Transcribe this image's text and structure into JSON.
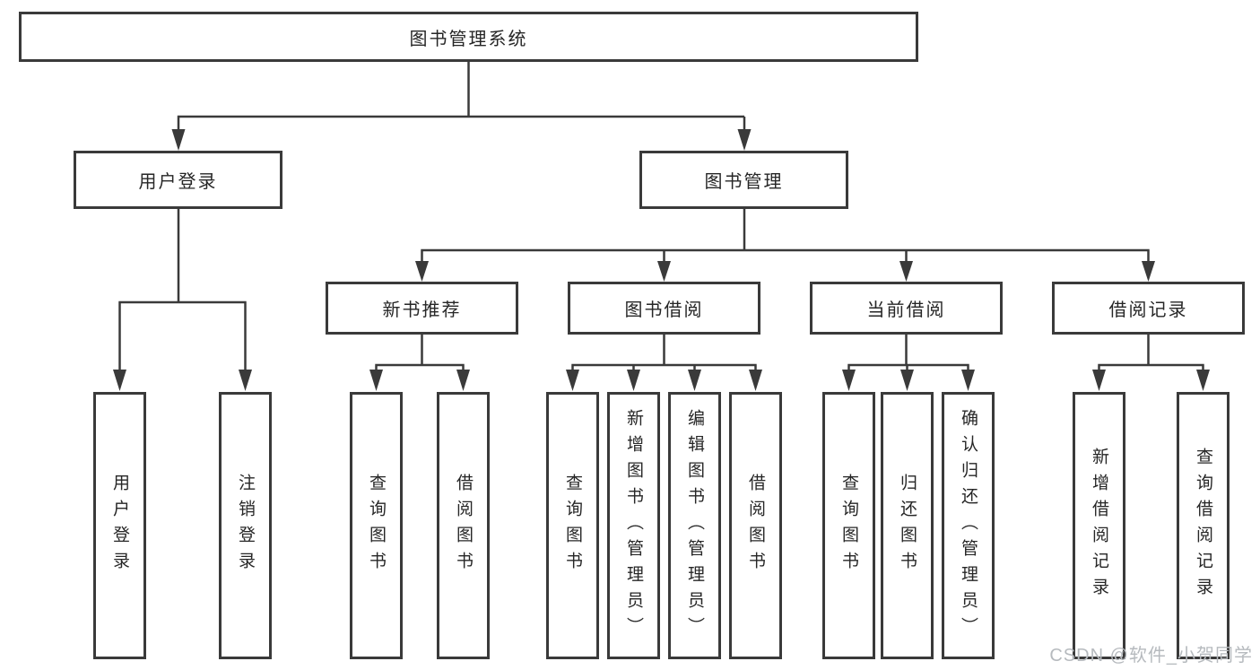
{
  "diagram": {
    "kind": "hierarchy-tree",
    "tree": {
      "root": {
        "label": "图书管理系统"
      },
      "branches": [
        {
          "label": "用户登录",
          "children": [
            {
              "label": "用户登录"
            },
            {
              "label": "注销登录"
            }
          ]
        },
        {
          "label": "图书管理",
          "children": [
            {
              "label": "新书推荐",
              "children": [
                {
                  "label": "查询图书"
                },
                {
                  "label": "借阅图书"
                }
              ]
            },
            {
              "label": "图书借阅",
              "children": [
                {
                  "label": "查询图书"
                },
                {
                  "label": "新增图书（管理员）"
                },
                {
                  "label": "编辑图书（管理员）"
                },
                {
                  "label": "借阅图书"
                }
              ]
            },
            {
              "label": "当前借阅",
              "children": [
                {
                  "label": "查询图书"
                },
                {
                  "label": "归还图书"
                },
                {
                  "label": "确认归还（管理员）"
                }
              ]
            },
            {
              "label": "借阅记录",
              "children": [
                {
                  "label": "新增借阅记录"
                },
                {
                  "label": "查询借阅记录"
                }
              ]
            }
          ]
        }
      ]
    },
    "colors": {
      "line": "#3a3a3a",
      "box_border": "#3a3a3a",
      "box_fill": "#ffffff",
      "text": "#262626",
      "background": "#ffffff",
      "watermark": "#b6babe"
    }
  },
  "watermark": {
    "text": "CSDN @软件_小贺同学"
  }
}
